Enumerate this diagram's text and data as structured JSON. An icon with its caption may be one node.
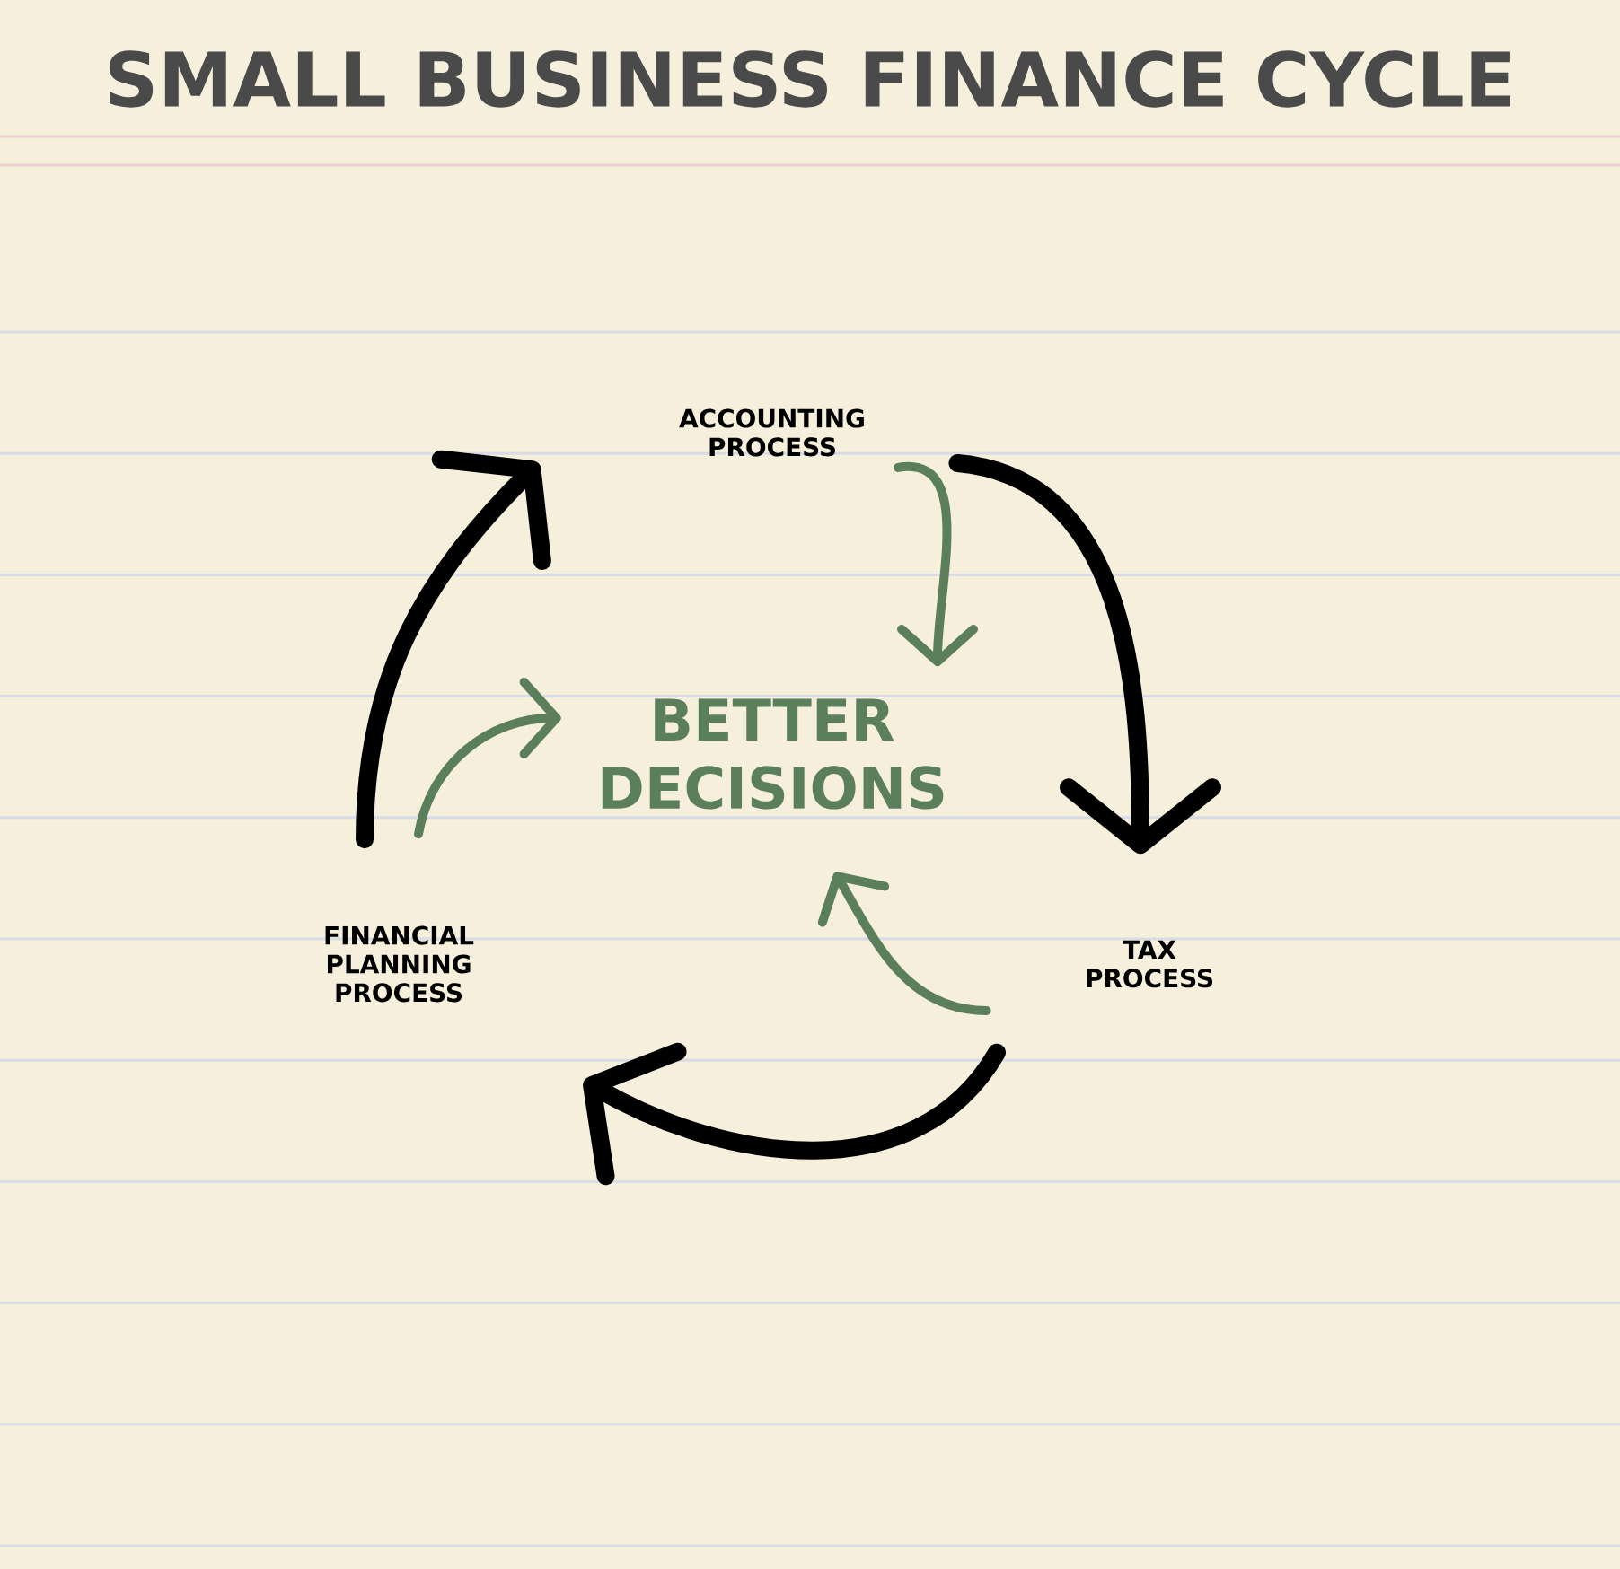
{
  "diagram": {
    "title": "SMALL BUSINESS FINANCE CYCLE",
    "nodes": [
      {
        "text": [
          "ACCOUNTING PROCESS"
        ]
      },
      {
        "text": [
          "TAX PROCESS"
        ]
      },
      {
        "text": [
          "FINANCIAL PLANNING PROCESS"
        ]
      },
      {
        "text": [
          "BETTER DECISIONS"
        ]
      }
    ],
    "edges": [
      {
        "from": 0,
        "to": 1,
        "arrow": "to",
        "style": "thick"
      },
      {
        "from": 1,
        "to": 2,
        "arrow": "to",
        "style": "thick"
      },
      {
        "from": 2,
        "to": 0,
        "arrow": "to",
        "style": "thick"
      },
      {
        "from": 0,
        "to": 3,
        "arrow": "to",
        "color": "#5b7f5b"
      },
      {
        "from": 1,
        "to": 3,
        "arrow": "to",
        "color": "#5b7f5b"
      },
      {
        "from": 2,
        "to": 3,
        "arrow": "to",
        "color": "#5b7f5b"
      }
    ]
  }
}
